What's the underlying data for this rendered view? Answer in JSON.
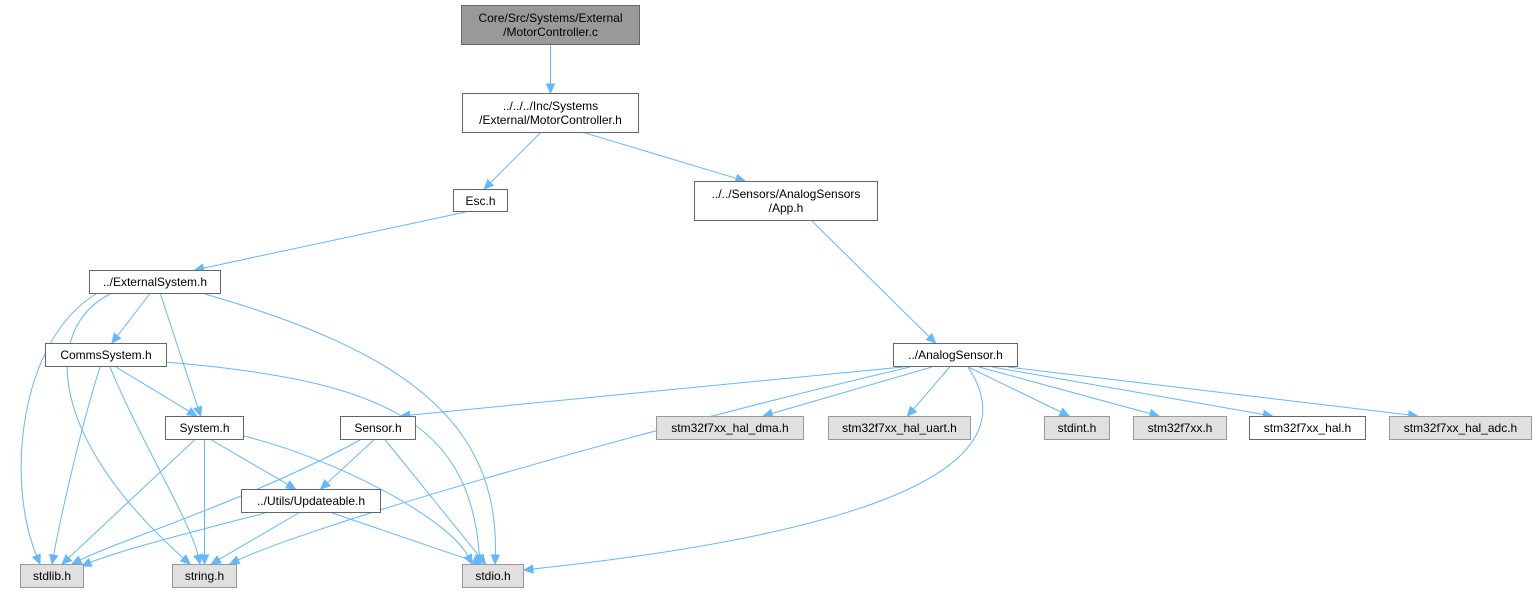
{
  "diagram": {
    "type": "include-dependency-graph",
    "colors": {
      "edge": "#63b8ff",
      "node_border": "#666666",
      "root_fill": "#999999",
      "external_fill": "#e0e0e0",
      "external_border": "#999999",
      "node_fill": "#ffffff"
    },
    "nodes": {
      "motorcontroller_c": {
        "line1": "Core/Src/Systems/External",
        "line2": "/MotorController.c",
        "kind": "root"
      },
      "motorcontroller_h": {
        "line1": "../../../Inc/Systems",
        "line2": "/External/MotorController.h",
        "kind": "file"
      },
      "esc_h": {
        "line1": "Esc.h",
        "kind": "file"
      },
      "app_h": {
        "line1": "../../Sensors/AnalogSensors",
        "line2": "/App.h",
        "kind": "file"
      },
      "externalsystem_h": {
        "line1": "../ExternalSystem.h",
        "kind": "file"
      },
      "analogsensor_h": {
        "line1": "../AnalogSensor.h",
        "kind": "file"
      },
      "commssystem_h": {
        "line1": "CommsSystem.h",
        "kind": "file"
      },
      "system_h": {
        "line1": "System.h",
        "kind": "file"
      },
      "sensor_h": {
        "line1": "Sensor.h",
        "kind": "file"
      },
      "updateable_h": {
        "line1": "../Utils/Updateable.h",
        "kind": "file"
      },
      "stdlib_h": {
        "line1": "stdlib.h",
        "kind": "external"
      },
      "string_h": {
        "line1": "string.h",
        "kind": "external"
      },
      "stdio_h": {
        "line1": "stdio.h",
        "kind": "external"
      },
      "hal_dma_h": {
        "line1": "stm32f7xx_hal_dma.h",
        "kind": "external"
      },
      "hal_uart_h": {
        "line1": "stm32f7xx_hal_uart.h",
        "kind": "external"
      },
      "stdint_h": {
        "line1": "stdint.h",
        "kind": "external"
      },
      "stm32f7xx_h": {
        "line1": "stm32f7xx.h",
        "kind": "external"
      },
      "hal_h": {
        "line1": "stm32f7xx_hal.h",
        "kind": "file"
      },
      "hal_adc_h": {
        "line1": "stm32f7xx_hal_adc.h",
        "kind": "external"
      }
    },
    "edges": [
      [
        "motorcontroller_c",
        "motorcontroller_h"
      ],
      [
        "motorcontroller_h",
        "esc_h"
      ],
      [
        "motorcontroller_h",
        "app_h"
      ],
      [
        "esc_h",
        "externalsystem_h"
      ],
      [
        "app_h",
        "analogsensor_h"
      ],
      [
        "externalsystem_h",
        "commssystem_h"
      ],
      [
        "externalsystem_h",
        "system_h"
      ],
      [
        "externalsystem_h",
        "stdlib_h"
      ],
      [
        "externalsystem_h",
        "string_h"
      ],
      [
        "externalsystem_h",
        "stdio_h"
      ],
      [
        "commssystem_h",
        "system_h"
      ],
      [
        "commssystem_h",
        "stdlib_h"
      ],
      [
        "commssystem_h",
        "string_h"
      ],
      [
        "commssystem_h",
        "stdio_h"
      ],
      [
        "system_h",
        "updateable_h"
      ],
      [
        "system_h",
        "stdlib_h"
      ],
      [
        "system_h",
        "string_h"
      ],
      [
        "system_h",
        "stdio_h"
      ],
      [
        "sensor_h",
        "updateable_h"
      ],
      [
        "sensor_h",
        "stdlib_h"
      ],
      [
        "sensor_h",
        "stdio_h"
      ],
      [
        "updateable_h",
        "stdlib_h"
      ],
      [
        "updateable_h",
        "string_h"
      ],
      [
        "updateable_h",
        "stdio_h"
      ],
      [
        "analogsensor_h",
        "sensor_h"
      ],
      [
        "analogsensor_h",
        "hal_dma_h"
      ],
      [
        "analogsensor_h",
        "hal_uart_h"
      ],
      [
        "analogsensor_h",
        "stdint_h"
      ],
      [
        "analogsensor_h",
        "stm32f7xx_h"
      ],
      [
        "analogsensor_h",
        "hal_h"
      ],
      [
        "analogsensor_h",
        "hal_adc_h"
      ],
      [
        "analogsensor_h",
        "string_h"
      ],
      [
        "analogsensor_h",
        "stdio_h"
      ]
    ]
  }
}
